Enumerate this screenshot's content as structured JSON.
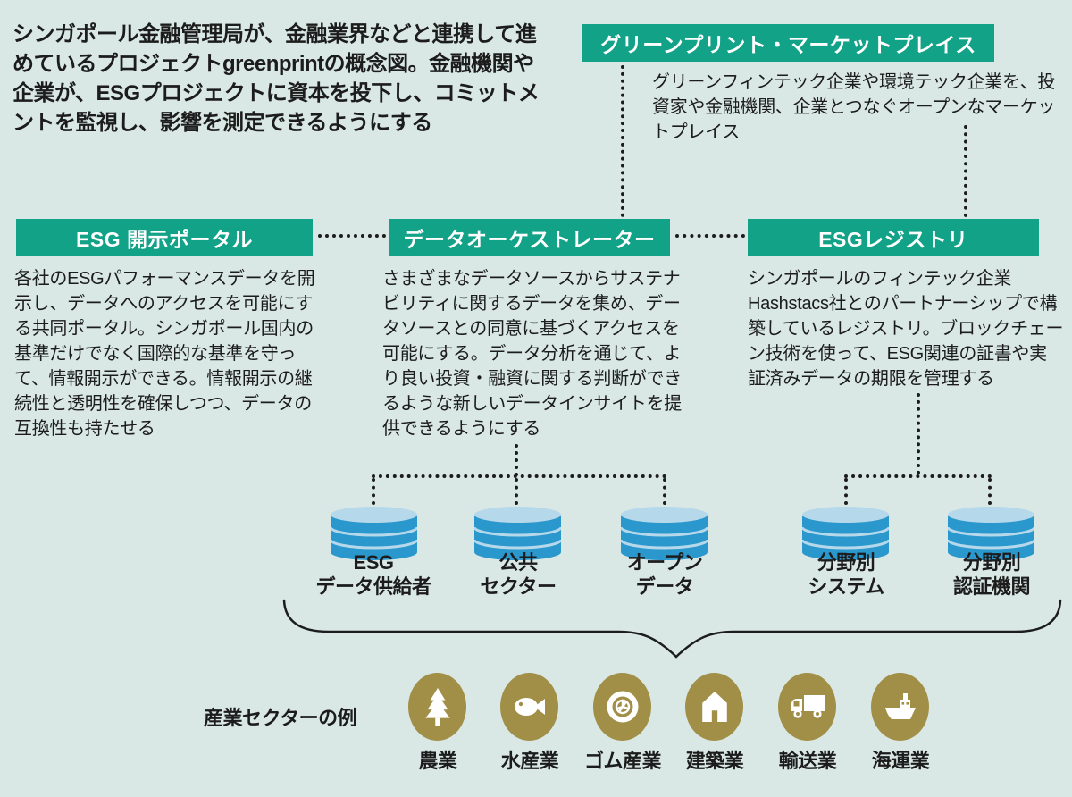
{
  "intro_text": "シンガポール金融管理局が、金融業界などと連携して進めているプロジェクトgreenprintの概念図。金融機関や企業が、ESGプロジェクトに資本を投下し、コミットメントを監視し、影響を測定できるようにする",
  "marketplace": {
    "title": "グリーンプリント・マーケットプレイス",
    "description": "グリーンフィンテック企業や環境テック企業を、投資家や金融機関、企業とつなぐオープンなマーケットプレイス"
  },
  "components": [
    {
      "title": "ESG 開示ポータル",
      "description": "各社のESGパフォーマンスデータを開示し、データへのアクセスを可能にする共同ポータル。シンガポール国内の基準だけでなく国際的な基準を守って、情報開示ができる。情報開示の継続性と透明性を確保しつつ、データの互換性も持たせる"
    },
    {
      "title": "データオーケストレーター",
      "description": "さまざまなデータソースからサステナビリティに関するデータを集め、データソースとの同意に基づくアクセスを可能にする。データ分析を通じて、より良い投資・融資に関する判断ができるような新しいデータインサイトを提供できるようにする"
    },
    {
      "title": "ESGレジストリ",
      "description": "シンガポールのフィンテック企業Hashstacs社とのパートナーシップで構築しているレジストリ。ブロックチェーン技術を使って、ESG関連の証書や実証済みデータの期限を管理する"
    }
  ],
  "data_sources": [
    {
      "line1": "ESG",
      "line2": "データ供給者"
    },
    {
      "line1": "公共",
      "line2": "セクター"
    },
    {
      "line1": "オープン",
      "line2": "データ"
    },
    {
      "line1": "分野別",
      "line2": "システム"
    },
    {
      "line1": "分野別",
      "line2": "認証機関"
    }
  ],
  "industry": {
    "label": "産業セクターの例",
    "sectors": [
      {
        "name": "農業",
        "icon": "tree-icon"
      },
      {
        "name": "水産業",
        "icon": "fish-icon"
      },
      {
        "name": "ゴム産業",
        "icon": "tire-icon"
      },
      {
        "name": "建築業",
        "icon": "house-icon"
      },
      {
        "name": "輸送業",
        "icon": "truck-icon"
      },
      {
        "name": "海運業",
        "icon": "ship-icon"
      }
    ]
  },
  "colors": {
    "background": "#d9e8e5",
    "teal": "#12a287",
    "header_text": "#ffffff",
    "body_text": "#1c1c1c",
    "cylinder_blue": "#2a97cd",
    "cylinder_light_blue": "#b5d8eb",
    "sector_gold": "#a28f47",
    "icon_glyph": "#ffffff",
    "connector_dots": "#1c1c1c"
  }
}
